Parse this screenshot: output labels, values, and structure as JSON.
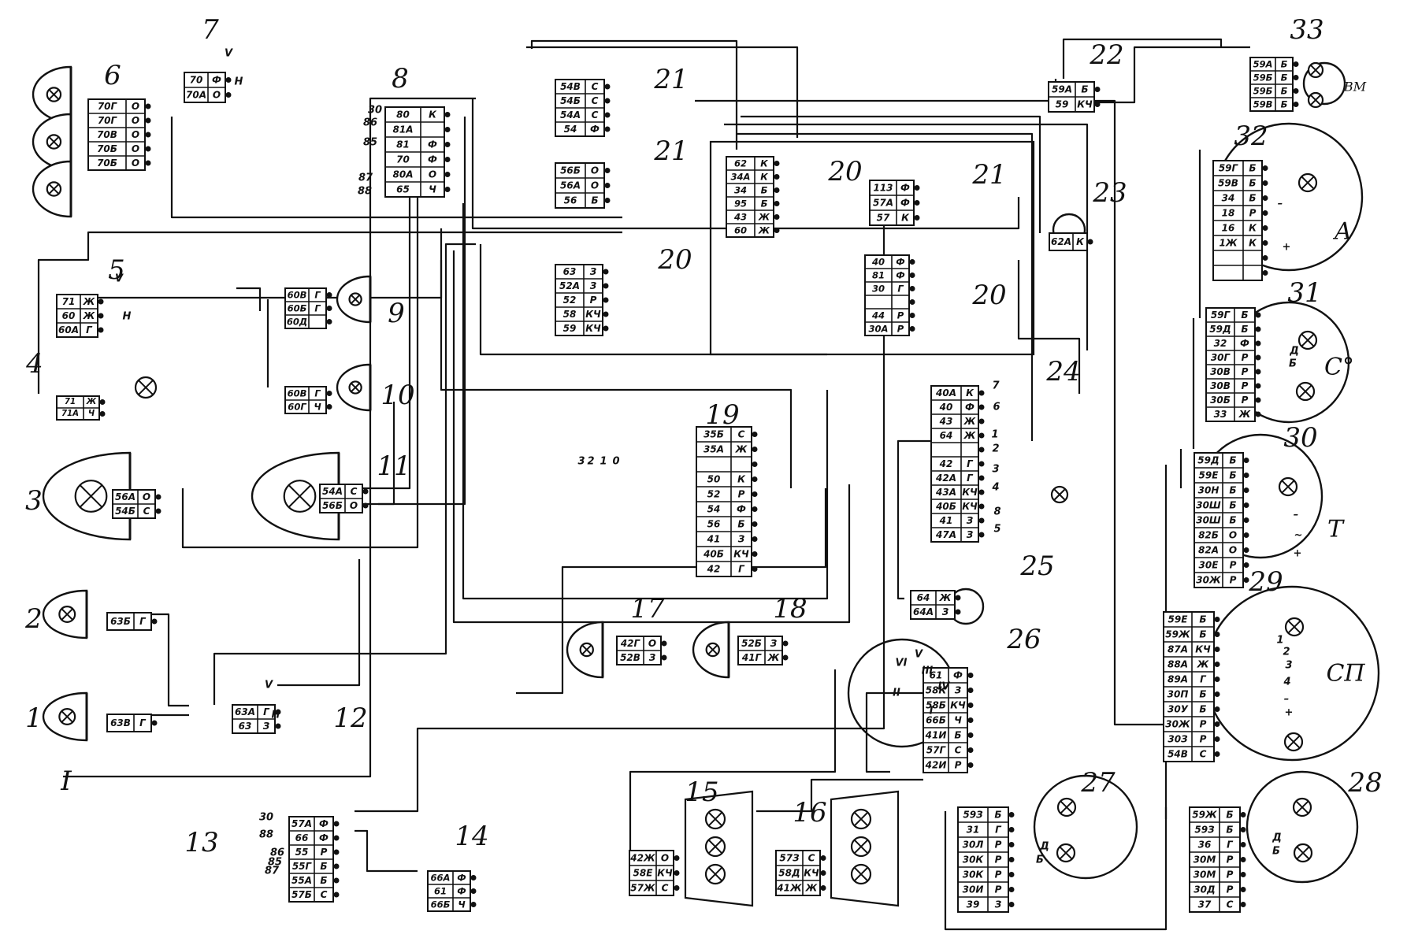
{
  "diagram": {
    "components": [
      {
        "id": "c1",
        "label": "1"
      },
      {
        "id": "c2",
        "label": "2"
      },
      {
        "id": "c3",
        "label": "3"
      },
      {
        "id": "c4",
        "label": "4"
      },
      {
        "id": "c5",
        "label": "5"
      },
      {
        "id": "c6",
        "label": "6"
      },
      {
        "id": "c7",
        "label": "7"
      },
      {
        "id": "c8",
        "label": "8"
      },
      {
        "id": "c9",
        "label": "9"
      },
      {
        "id": "c10",
        "label": "10"
      },
      {
        "id": "c11",
        "label": "11"
      },
      {
        "id": "c12",
        "label": "12"
      },
      {
        "id": "c13",
        "label": "13"
      },
      {
        "id": "c14",
        "label": "14"
      },
      {
        "id": "c15",
        "label": "15"
      },
      {
        "id": "c16",
        "label": "16"
      },
      {
        "id": "c17",
        "label": "17"
      },
      {
        "id": "c18",
        "label": "18"
      },
      {
        "id": "c19",
        "label": "19"
      },
      {
        "id": "c20a",
        "label": "20"
      },
      {
        "id": "c20b",
        "label": "20"
      },
      {
        "id": "c20c",
        "label": "20"
      },
      {
        "id": "c21a",
        "label": "21"
      },
      {
        "id": "c21b",
        "label": "21"
      },
      {
        "id": "c21c",
        "label": "21"
      },
      {
        "id": "c22",
        "label": "22"
      },
      {
        "id": "c23",
        "label": "23"
      },
      {
        "id": "c24",
        "label": "24"
      },
      {
        "id": "c25",
        "label": "25"
      },
      {
        "id": "c26",
        "label": "26"
      },
      {
        "id": "c27",
        "label": "27"
      },
      {
        "id": "c28",
        "label": "28"
      },
      {
        "id": "c29",
        "label": "29"
      },
      {
        "id": "c30",
        "label": "30"
      },
      {
        "id": "c31",
        "label": "31"
      },
      {
        "id": "c32",
        "label": "32"
      },
      {
        "id": "c33",
        "label": "33"
      },
      {
        "id": "cI",
        "label": "I"
      }
    ],
    "gauge_letters": [
      {
        "id": "A",
        "text": "А"
      },
      {
        "id": "C",
        "text": "С°"
      },
      {
        "id": "T",
        "text": "Т"
      },
      {
        "id": "SP",
        "text": "СП"
      },
      {
        "id": "VM",
        "text": "ВМ"
      }
    ],
    "connectors": [
      {
        "id": "k6",
        "rows": [
          [
            "70Г",
            "О"
          ],
          [
            "70Г",
            "О"
          ],
          [
            "70В",
            "О"
          ],
          [
            "70Б",
            "О"
          ],
          [
            "70Б",
            "О"
          ]
        ]
      },
      {
        "id": "k7",
        "rows": [
          [
            "70",
            "Ф"
          ],
          [
            "70А",
            "О"
          ]
        ]
      },
      {
        "id": "k8",
        "rows": [
          [
            "80",
            "К"
          ],
          [
            "81А",
            ""
          ],
          [
            "81",
            "Ф"
          ],
          [
            "70",
            "Ф"
          ],
          [
            "80А",
            "О"
          ],
          [
            "65",
            "Ч"
          ]
        ]
      },
      {
        "id": "k5",
        "rows": [
          [
            "71",
            "Ж"
          ],
          [
            "60",
            "Ж"
          ],
          [
            "60А",
            "Г"
          ]
        ]
      },
      {
        "id": "k4",
        "rows": [
          [
            "71",
            "Ж"
          ],
          [
            "71А",
            "Ч"
          ]
        ]
      },
      {
        "id": "k9",
        "rows": [
          [
            "60В",
            "Г"
          ],
          [
            "60Б",
            "Г"
          ],
          [
            "60Д",
            ""
          ]
        ]
      },
      {
        "id": "k10",
        "rows": [
          [
            "60В",
            "Г"
          ],
          [
            "60Г",
            "Ч"
          ]
        ]
      },
      {
        "id": "k3",
        "rows": [
          [
            "56А",
            "О"
          ],
          [
            "54Б",
            "С"
          ]
        ]
      },
      {
        "id": "k11",
        "rows": [
          [
            "54А",
            "С"
          ],
          [
            "56Б",
            "О"
          ]
        ]
      },
      {
        "id": "k2",
        "rows": [
          [
            "63Б",
            "Г"
          ]
        ]
      },
      {
        "id": "k1",
        "rows": [
          [
            "63В",
            "Г"
          ]
        ]
      },
      {
        "id": "k12",
        "rows": [
          [
            "63А",
            "Г"
          ],
          [
            "63",
            "З"
          ]
        ]
      },
      {
        "id": "k21a",
        "rows": [
          [
            "54В",
            "С"
          ],
          [
            "54Б",
            "С"
          ],
          [
            "54А",
            "С"
          ],
          [
            "54",
            "Ф"
          ]
        ]
      },
      {
        "id": "k21b",
        "rows": [
          [
            "56Б",
            "О"
          ],
          [
            "56А",
            "О"
          ],
          [
            "56",
            "Б"
          ]
        ]
      },
      {
        "id": "k20a",
        "rows": [
          [
            "62",
            "К"
          ],
          [
            "34А",
            "К"
          ],
          [
            "34",
            "Б"
          ],
          [
            "95",
            "Б"
          ],
          [
            "43",
            "Ж"
          ],
          [
            "60",
            "Ж"
          ]
        ]
      },
      {
        "id": "k21c",
        "rows": [
          [
            "113",
            "Ф"
          ],
          [
            "57А",
            "Ф"
          ],
          [
            "57",
            "К"
          ]
        ]
      },
      {
        "id": "k20b",
        "rows": [
          [
            "63",
            "З"
          ],
          [
            "52А",
            "З"
          ],
          [
            "52",
            "Р"
          ],
          [
            "58",
            "КЧ"
          ],
          [
            "59",
            "КЧ"
          ]
        ]
      },
      {
        "id": "k20c",
        "rows": [
          [
            "40",
            "Ф"
          ],
          [
            "81",
            "Ф"
          ],
          [
            "30",
            "Г"
          ],
          [
            "",
            ""
          ],
          [
            "44",
            "Р"
          ],
          [
            "30А",
            "Р"
          ]
        ]
      },
      {
        "id": "k19",
        "rows": [
          [
            "35Б",
            "С"
          ],
          [
            "35А",
            "Ж"
          ],
          [
            "",
            ""
          ],
          [
            "50",
            "К"
          ],
          [
            "52",
            "Р"
          ],
          [
            "54",
            "Ф"
          ],
          [
            "56",
            "Б"
          ],
          [
            "41",
            "З"
          ],
          [
            "40Б",
            "КЧ"
          ],
          [
            "42",
            "Г"
          ]
        ]
      },
      {
        "id": "k22",
        "rows": [
          [
            "59А",
            "Б"
          ],
          [
            "59",
            "КЧ"
          ]
        ]
      },
      {
        "id": "k33",
        "rows": [
          [
            "59А",
            "Б"
          ],
          [
            "59Б",
            "Б"
          ],
          [
            "59Б",
            "Б"
          ],
          [
            "59В",
            "Б"
          ]
        ]
      },
      {
        "id": "k23",
        "rows": [
          [
            "62А",
            "К"
          ]
        ]
      },
      {
        "id": "k32",
        "rows": [
          [
            "59Г",
            "Б"
          ],
          [
            "59В",
            "Б"
          ],
          [
            "34",
            "Б"
          ],
          [
            "18",
            "Р"
          ],
          [
            "16",
            "К"
          ],
          [
            "1Ж",
            "К"
          ],
          [
            "",
            ""
          ],
          [
            "",
            ""
          ]
        ]
      },
      {
        "id": "k31",
        "rows": [
          [
            "59Г",
            "Б"
          ],
          [
            "59Д",
            "Б"
          ],
          [
            "32",
            "Ф"
          ],
          [
            "30Г",
            "Р"
          ],
          [
            "30В",
            "Р"
          ],
          [
            "30В",
            "Р"
          ],
          [
            "30Б",
            "Р"
          ],
          [
            "33",
            "Ж"
          ]
        ]
      },
      {
        "id": "k24",
        "rows": [
          [
            "40А",
            "К"
          ],
          [
            "40",
            "Ф"
          ],
          [
            "43",
            "Ж"
          ],
          [
            "64",
            "Ж"
          ],
          [
            "",
            ""
          ],
          [
            "42",
            "Г"
          ],
          [
            "42А",
            "Г"
          ],
          [
            "43А",
            "КЧ"
          ],
          [
            "40Б",
            "КЧ"
          ],
          [
            "41",
            "З"
          ],
          [
            "47А",
            "З"
          ]
        ]
      },
      {
        "id": "k30",
        "rows": [
          [
            "59Д",
            "Б"
          ],
          [
            "59Е",
            "Б"
          ],
          [
            "30Н",
            "Б"
          ],
          [
            "30Ш",
            "Б"
          ],
          [
            "30Ш",
            "Б"
          ],
          [
            "82Б",
            "О"
          ],
          [
            "82А",
            "О"
          ],
          [
            "30Е",
            "Р"
          ],
          [
            "30Ж",
            "Р"
          ]
        ]
      },
      {
        "id": "k29",
        "rows": [
          [
            "59Е",
            "Б"
          ],
          [
            "59Ж",
            "Б"
          ],
          [
            "87А",
            "КЧ"
          ],
          [
            "88А",
            "Ж"
          ],
          [
            "89А",
            "Г"
          ],
          [
            "30П",
            "Б"
          ],
          [
            "30У",
            "Б"
          ],
          [
            "30Ж",
            "Р"
          ],
          [
            "30З",
            "Р"
          ],
          [
            "54В",
            "С"
          ]
        ]
      },
      {
        "id": "k25",
        "rows": [
          [
            "64",
            "Ж"
          ],
          [
            "64А",
            "З"
          ]
        ]
      },
      {
        "id": "k17",
        "rows": [
          [
            "42Г",
            "О"
          ],
          [
            "52В",
            "З"
          ]
        ]
      },
      {
        "id": "k18",
        "rows": [
          [
            "52Б",
            "З"
          ],
          [
            "41Г",
            "Ж"
          ]
        ]
      },
      {
        "id": "k26",
        "rows": [
          [
            "61",
            "Ф"
          ],
          [
            "58К",
            "З"
          ],
          [
            "58Б",
            "КЧ"
          ],
          [
            "66Б",
            "Ч"
          ],
          [
            "41И",
            "Б"
          ],
          [
            "57Г",
            "С"
          ],
          [
            "42И",
            "Р"
          ]
        ]
      },
      {
        "id": "k13",
        "rows": [
          [
            "57А",
            "Ф"
          ],
          [
            "66",
            "Ф"
          ],
          [
            "55",
            "Р"
          ],
          [
            "55Г",
            "Б"
          ],
          [
            "55А",
            "Б"
          ],
          [
            "57Б",
            "С"
          ]
        ]
      },
      {
        "id": "k14",
        "rows": [
          [
            "66А",
            "Ф"
          ],
          [
            "61",
            "Ф"
          ],
          [
            "66Б",
            "Ч"
          ]
        ]
      },
      {
        "id": "k15",
        "rows": [
          [
            "42Ж",
            "О"
          ],
          [
            "58Е",
            "КЧ"
          ],
          [
            "57Ж",
            "С"
          ]
        ]
      },
      {
        "id": "k16",
        "rows": [
          [
            "57З",
            "С"
          ],
          [
            "58Д",
            "КЧ"
          ],
          [
            "41Ж",
            "Ж"
          ]
        ]
      },
      {
        "id": "k27",
        "rows": [
          [
            "59З",
            "Б"
          ],
          [
            "31",
            "Г"
          ],
          [
            "30Л",
            "Р"
          ],
          [
            "30К",
            "Р"
          ],
          [
            "30К",
            "Р"
          ],
          [
            "30И",
            "Р"
          ],
          [
            "39",
            "З"
          ]
        ]
      },
      {
        "id": "k28",
        "rows": [
          [
            "59Ж",
            "Б"
          ],
          [
            "59З",
            "Б"
          ],
          [
            "36",
            "Г"
          ],
          [
            "30М",
            "Р"
          ],
          [
            "30М",
            "Р"
          ],
          [
            "30Д",
            "Р"
          ],
          [
            "37",
            "С"
          ]
        ]
      }
    ],
    "pin_labels": [
      {
        "id": "p7v",
        "text": "V"
      },
      {
        "id": "p7n",
        "text": "Н"
      },
      {
        "id": "p5v",
        "text": "V"
      },
      {
        "id": "p5n",
        "text": "Н"
      },
      {
        "id": "p12v",
        "text": "V"
      },
      {
        "id": "p12n",
        "text": "Н"
      },
      {
        "id": "p8a",
        "text": "30"
      },
      {
        "id": "p8b",
        "text": "86"
      },
      {
        "id": "p8c",
        "text": "85"
      },
      {
        "id": "p8d",
        "text": "87"
      },
      {
        "id": "p8e",
        "text": "88"
      },
      {
        "id": "p13a",
        "text": "30"
      },
      {
        "id": "p13b",
        "text": "88"
      },
      {
        "id": "p13c",
        "text": "86"
      },
      {
        "id": "p13d",
        "text": "85"
      },
      {
        "id": "p13e",
        "text": "87"
      },
      {
        "id": "p19a",
        "text": "3"
      },
      {
        "id": "p19b",
        "text": "2"
      },
      {
        "id": "p19c",
        "text": "1"
      },
      {
        "id": "p19d",
        "text": "0"
      },
      {
        "id": "p24a",
        "text": "7"
      },
      {
        "id": "p24b",
        "text": "6"
      },
      {
        "id": "p24c",
        "text": "1"
      },
      {
        "id": "p24d",
        "text": "2"
      },
      {
        "id": "p24e",
        "text": "3"
      },
      {
        "id": "p24f",
        "text": "4"
      },
      {
        "id": "p24g",
        "text": "8"
      },
      {
        "id": "p24h",
        "text": "5"
      },
      {
        "id": "p29a",
        "text": "1"
      },
      {
        "id": "p29b",
        "text": "2"
      },
      {
        "id": "p29c",
        "text": "3"
      },
      {
        "id": "p29d",
        "text": "4"
      },
      {
        "id": "p29e",
        "text": "–"
      },
      {
        "id": "p29f",
        "text": "+"
      },
      {
        "id": "p30a",
        "text": "–"
      },
      {
        "id": "p30b",
        "text": "~"
      },
      {
        "id": "p30c",
        "text": "+"
      },
      {
        "id": "p31a",
        "text": "Д"
      },
      {
        "id": "p31b",
        "text": "Б"
      },
      {
        "id": "p32a",
        "text": "–"
      },
      {
        "id": "p32b",
        "text": "+"
      },
      {
        "id": "p27a",
        "text": "Д"
      },
      {
        "id": "p27b",
        "text": "Б"
      },
      {
        "id": "p28a",
        "text": "Д"
      },
      {
        "id": "p28b",
        "text": "Б"
      },
      {
        "id": "p26a",
        "text": "VI"
      },
      {
        "id": "p26b",
        "text": "III"
      },
      {
        "id": "p26c",
        "text": "II"
      },
      {
        "id": "p26d",
        "text": "I"
      },
      {
        "id": "p26e",
        "text": "IV"
      },
      {
        "id": "p26f",
        "text": "V"
      }
    ]
  }
}
